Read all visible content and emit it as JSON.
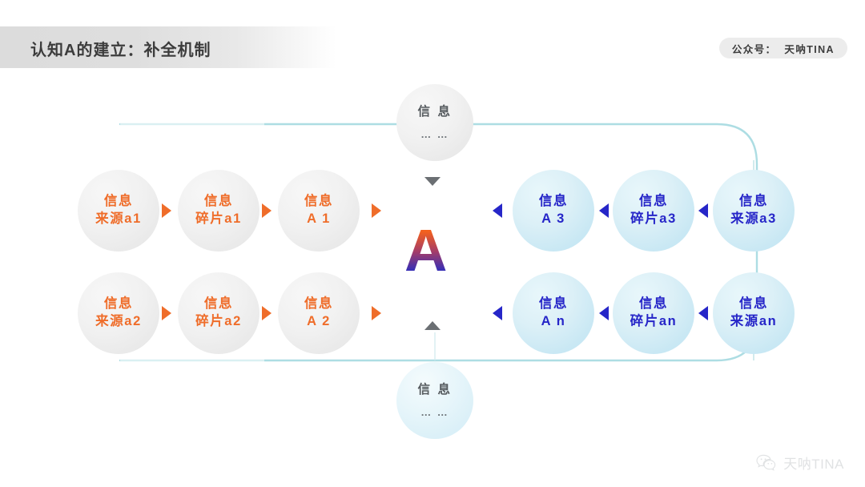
{
  "header": {
    "title": "认知A的建立：补全机制",
    "account_label": "公众号：",
    "account_name": "天呐TINA"
  },
  "colors": {
    "orange": "#ef6d2a",
    "blue": "#2626c8",
    "gray_text": "#3c3c3c",
    "path_line": "#bfe2e6"
  },
  "center": {
    "letter": "A",
    "arrow_down": "down-triangle",
    "arrow_up": "up-triangle"
  },
  "vertical_nodes": [
    {
      "id": "top",
      "line1": "信 息",
      "line2": "… …"
    },
    {
      "id": "bottom",
      "line1": "信 息",
      "line2": "… …"
    }
  ],
  "left_rows": [
    {
      "nodes": [
        {
          "line1": "信息",
          "line2": "来源a1"
        },
        {
          "line1": "信息",
          "line2": "碎片a1"
        },
        {
          "line1": "信息",
          "line2": "A 1"
        }
      ],
      "arrows": [
        "right-triangle",
        "right-triangle",
        "right-triangle"
      ]
    },
    {
      "nodes": [
        {
          "line1": "信息",
          "line2": "来源a2"
        },
        {
          "line1": "信息",
          "line2": "碎片a2"
        },
        {
          "line1": "信息",
          "line2": "A 2"
        }
      ],
      "arrows": [
        "right-triangle",
        "right-triangle",
        "right-triangle"
      ]
    }
  ],
  "right_rows": [
    {
      "nodes": [
        {
          "line1": "信息",
          "line2": "A 3"
        },
        {
          "line1": "信息",
          "line2": "碎片a3"
        },
        {
          "line1": "信息",
          "line2": "来源a3"
        }
      ],
      "arrows": [
        "left-triangle",
        "left-triangle",
        "left-triangle"
      ]
    },
    {
      "nodes": [
        {
          "line1": "信息",
          "line2": "A n"
        },
        {
          "line1": "信息",
          "line2": "碎片an"
        },
        {
          "line1": "信息",
          "line2": "来源an"
        }
      ],
      "arrows": [
        "left-triangle",
        "left-triangle",
        "left-triangle"
      ]
    }
  ],
  "watermark": {
    "icon": "wechat-icon",
    "text": "天呐TINA"
  }
}
